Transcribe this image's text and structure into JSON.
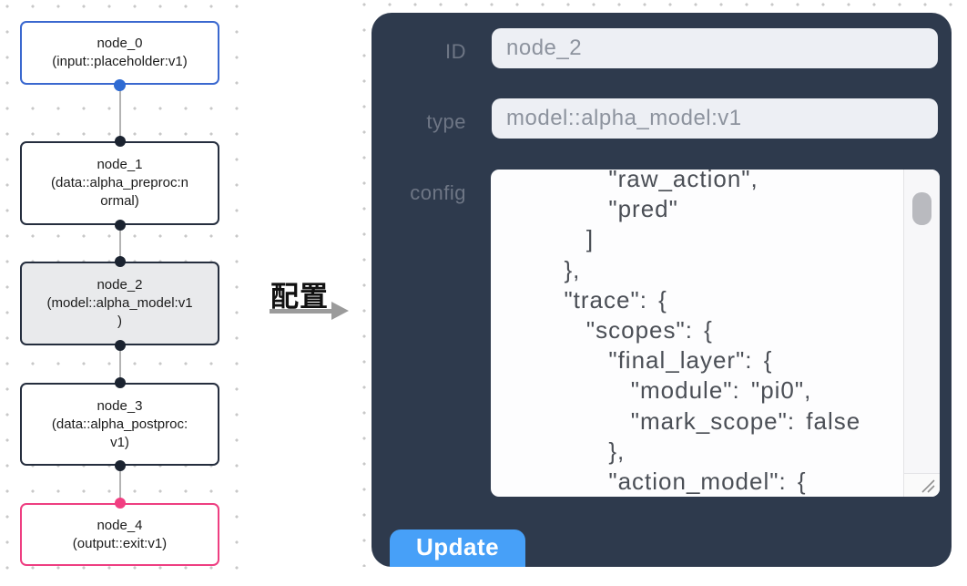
{
  "canvas": {
    "nodes": [
      {
        "id": "node_0",
        "lines": [
          "node_0",
          "(input::placeholder:v1)"
        ]
      },
      {
        "id": "node_1",
        "lines": [
          "node_1",
          "(data::alpha_preproc:n",
          "ormal)"
        ]
      },
      {
        "id": "node_2",
        "lines": [
          "node_2",
          "(model::alpha_model:v1",
          ")"
        ],
        "selected": true
      },
      {
        "id": "node_3",
        "lines": [
          "node_3",
          "(data::alpha_postproc:",
          "v1)"
        ]
      },
      {
        "id": "node_4",
        "lines": [
          "node_4",
          "(output::exit:v1)"
        ]
      }
    ]
  },
  "annotation": {
    "arrow_label": "配置"
  },
  "panel": {
    "id_label": "ID",
    "id_value": "node_2",
    "type_label": "type",
    "type_value": "model::alpha_model:v1",
    "config_label": "config",
    "config_lines": [
      "      \"raw_action\",",
      "      \"pred\"",
      "    ]",
      "  },",
      "  \"trace\": {",
      "    \"scopes\": {",
      "      \"final_layer\": {",
      "        \"module\": \"pi0\",",
      "        \"mark_scope\": false",
      "      },",
      "      \"action_model\": {"
    ],
    "update_label": "Update"
  },
  "colors": {
    "panel_bg": "#2e3a4d",
    "button_blue": "#47a0f8",
    "input_field_bg": "#edeff4",
    "input_node_accent": "#3a68cf",
    "output_node_accent": "#ee3e81",
    "selected_node_bg": "#e9eaec",
    "node_border_dark": "#252e3e",
    "edge_gray": "#b3b3b3",
    "dot_grid": "#c8c8c8"
  }
}
